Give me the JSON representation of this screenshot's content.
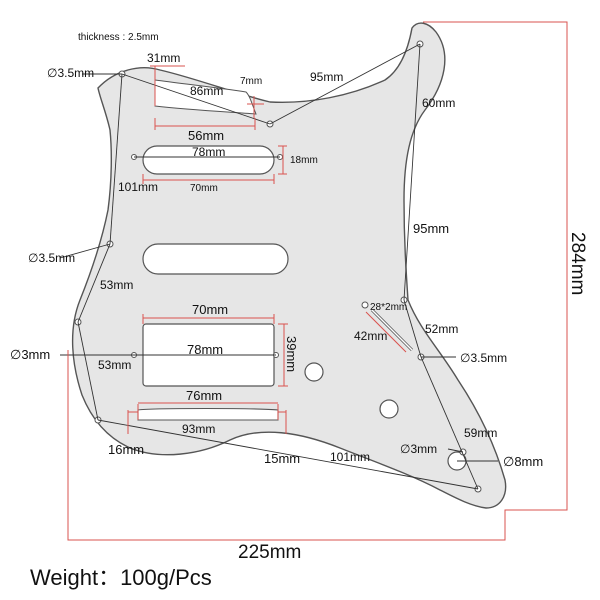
{
  "labels": {
    "thickness": "thickness : 2.5mm",
    "d_top_left": "∅3.5mm",
    "w_31": "31mm",
    "w_86": "86mm",
    "w_7": "7mm",
    "w_95_top": "95mm",
    "w_56": "56mm",
    "w_60": "60mm",
    "w_78_top": "78mm",
    "h_18": "18mm",
    "w_101_left": "101mm",
    "w_70_top": "70mm",
    "d_mid_left": "∅3.5mm",
    "h_95_right": "95mm",
    "h_53_upper": "53mm",
    "slot_28x2": "28*2mm",
    "w_52": "52mm",
    "w_70_hum": "70mm",
    "w_42": "42mm",
    "w_78_hum": "78mm",
    "h_39": "39mm",
    "d_3_left": "∅3mm",
    "h_53_lower": "53mm",
    "d_right_35": "∅3.5mm",
    "w_76": "76mm",
    "w_93": "93mm",
    "w_59": "59mm",
    "w_16": "16mm",
    "w_15": "15mm",
    "w_101_bottom": "101mm",
    "d_3_right": "∅3mm",
    "d_8": "∅8mm",
    "overall_height": "284mm",
    "overall_width": "225mm"
  },
  "weight": "Weight：100g/Pcs",
  "colors": {
    "plate_fill": "#e6e6e6",
    "outline": "#555555",
    "dimension_red": "#d9534f",
    "line_dark": "#333333"
  }
}
